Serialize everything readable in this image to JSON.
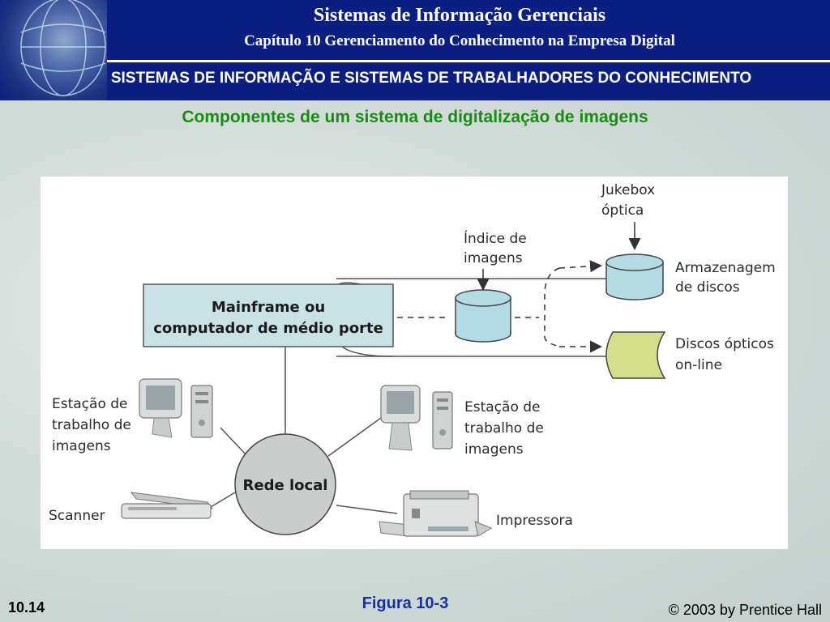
{
  "header": {
    "title": "Sistemas de Informação Gerenciais",
    "chapter": "Capítulo 10 Gerenciamento do Conhecimento na Empresa Digital",
    "section": "SISTEMAS DE INFORMAÇÃO E SISTEMAS DE TRABALHADORES DO CONHECIMENTO"
  },
  "slide": {
    "subtitle": "Componentes de um sistema de digitalização de imagens"
  },
  "diagram": {
    "mainframe_line1": "Mainframe ou",
    "mainframe_line2": "computador de médio porte",
    "index_line1": "Índice de",
    "index_line2": "imagens",
    "jukebox_line1": "Jukebox",
    "jukebox_line2": "óptica",
    "storage_line1": "Armazenagem",
    "storage_line2": "de discos",
    "optical_line1": "Discos ópticos",
    "optical_line2": "on-line",
    "ws_left_line1": "Estação de",
    "ws_left_line2": "trabalho de",
    "ws_left_line3": "imagens",
    "ws_right_line1": "Estação de",
    "ws_right_line2": "trabalho de",
    "ws_right_line3": "imagens",
    "lan": "Rede local",
    "scanner": "Scanner",
    "printer": "Impressora"
  },
  "footer": {
    "slide_number": "10.14",
    "figure": "Figura 10-3",
    "copyright": "© 2003 by Prentice Hall"
  },
  "colors": {
    "header_bg": "#0b1e82",
    "subtitle": "#1a8a18",
    "mainframe_box": "#c9e2e6",
    "cylinder": "#b3dbe4",
    "optical_disc": "#d5df8a",
    "lan_circle": "#c9cdcc",
    "figure_label": "#1a2fa0"
  }
}
